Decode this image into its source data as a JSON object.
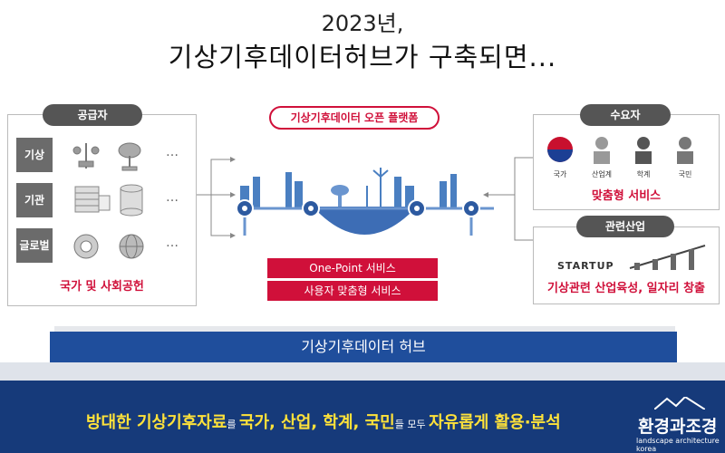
{
  "title": {
    "line1": "2023년,",
    "line2": "기상기후데이터허브가 구축되면..."
  },
  "suppliers": {
    "label": "공급자",
    "rows": [
      "기상",
      "기관",
      "글로벌"
    ],
    "ellipsis": "…",
    "footer": "국가 및 사회공헌"
  },
  "platform": {
    "label": "기상기후데이터 오픈 플랫폼",
    "services": [
      "One-Point 서비스",
      "사용자 맞춤형 서비스"
    ]
  },
  "consumers": {
    "label": "수요자",
    "items": [
      "국가",
      "산업계",
      "학계",
      "국민"
    ],
    "footer": "맞춤형 서비스"
  },
  "industry": {
    "label": "관련산업",
    "startup": "STARTUP",
    "footer": "기상관련 산업육성, 일자리 창출"
  },
  "hub": {
    "label": "기상기후데이터 허브"
  },
  "bottom": {
    "part1": "방대한 기상기후자료",
    "part2": "를 ",
    "part3": "국가, 산업, 학계, 국민",
    "part4": "들 모두 ",
    "part5": "자유롭게 활용·분석"
  },
  "logo": {
    "main": "환경과조경",
    "sub": "landscape architecture korea"
  },
  "colors": {
    "accent_red": "#d0103a",
    "hub_blue": "#1f4e9c",
    "bottom_navy": "#163a7a"
  }
}
